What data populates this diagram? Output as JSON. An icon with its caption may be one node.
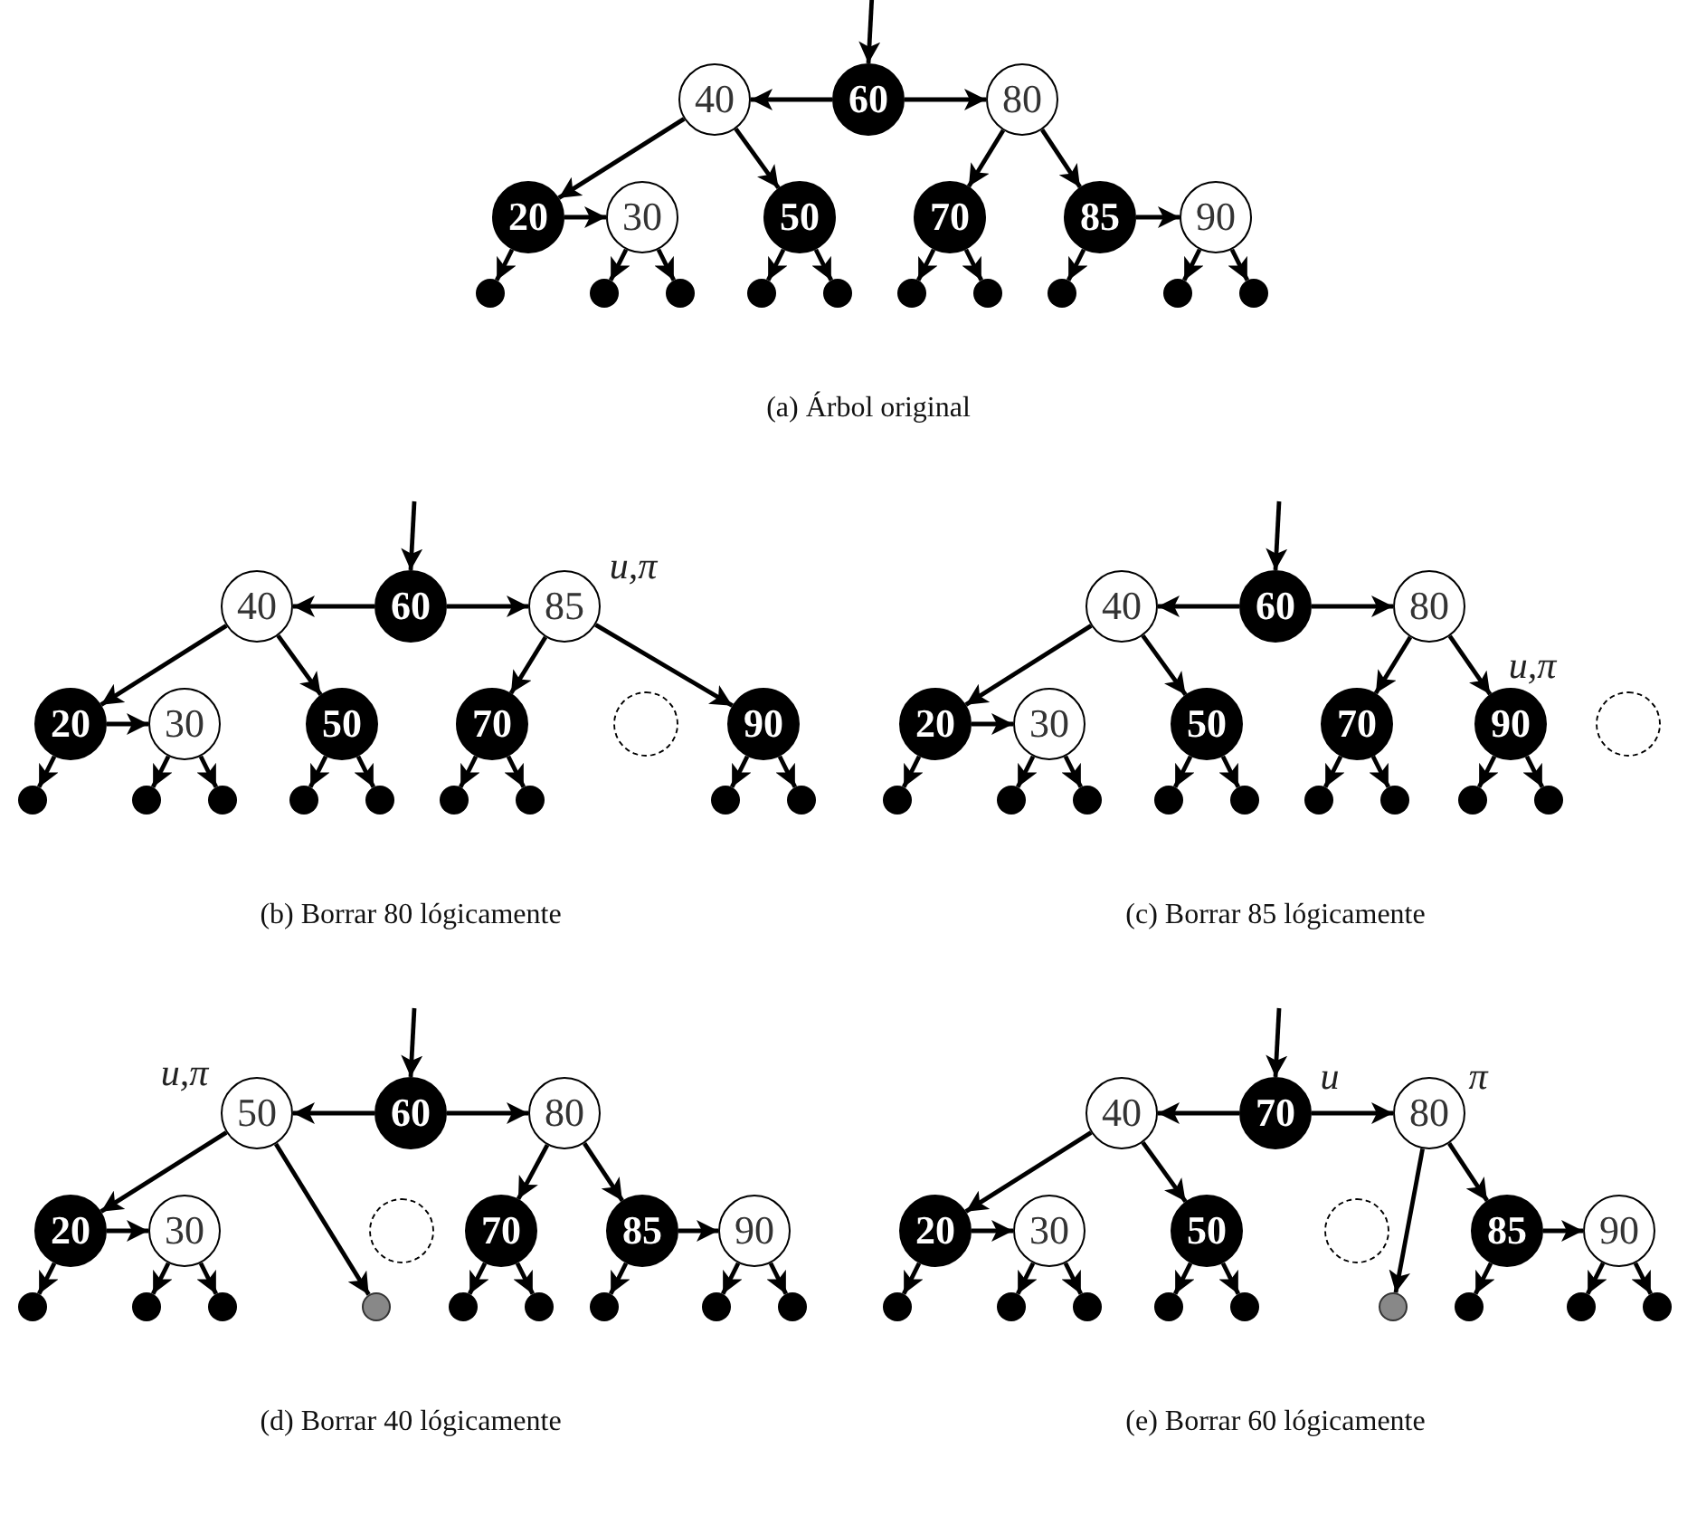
{
  "diagram": {
    "nodes": [
      {
        "text": [
          "40"
        ]
      },
      {
        "text": [
          "60"
        ]
      },
      {
        "text": [
          "80"
        ]
      },
      {
        "text": [
          "20"
        ]
      },
      {
        "text": [
          "30"
        ]
      },
      {
        "text": [
          "50"
        ]
      },
      {
        "text": [
          "70"
        ]
      },
      {
        "text": [
          "85"
        ]
      },
      {
        "text": [
          "90"
        ]
      },
      {
        "text": [],
        "shape": "circle"
      },
      {
        "text": [],
        "shape": "circle"
      },
      {
        "text": [],
        "shape": "circle"
      },
      {
        "text": [],
        "shape": "circle"
      },
      {
        "text": [],
        "shape": "circle"
      },
      {
        "text": [],
        "shape": "circle"
      },
      {
        "text": [],
        "shape": "circle"
      },
      {
        "text": [],
        "shape": "circle"
      },
      {
        "text": [],
        "shape": "circle"
      },
      {
        "text": [],
        "shape": "circle"
      },
      {
        "text": [
          "40"
        ]
      },
      {
        "text": [
          "60"
        ]
      },
      {
        "text": [
          "85"
        ],
        "beside": [
          "u,π"
        ]
      },
      {
        "text": [
          "20"
        ]
      },
      {
        "text": [
          "30"
        ]
      },
      {
        "text": [
          "50"
        ]
      },
      {
        "text": [
          "70"
        ]
      },
      {
        "text": [],
        "shape": "circle"
      },
      {
        "text": [
          "90"
        ]
      },
      {
        "text": [],
        "shape": "circle"
      },
      {
        "text": [],
        "shape": "circle"
      },
      {
        "text": [],
        "shape": "circle"
      },
      {
        "text": [],
        "shape": "circle"
      },
      {
        "text": [],
        "shape": "circle"
      },
      {
        "text": [],
        "shape": "circle"
      },
      {
        "text": [],
        "shape": "circle"
      },
      {
        "text": [],
        "shape": "circle"
      },
      {
        "text": [],
        "shape": "circle"
      },
      {
        "text": [
          "40"
        ]
      },
      {
        "text": [
          "60"
        ]
      },
      {
        "text": [
          "80"
        ]
      },
      {
        "text": [
          "20"
        ]
      },
      {
        "text": [
          "30"
        ]
      },
      {
        "text": [
          "50"
        ]
      },
      {
        "text": [
          "70"
        ]
      },
      {
        "text": [
          "90"
        ],
        "beside": [
          "u,π"
        ]
      },
      {
        "text": [],
        "shape": "circle"
      },
      {
        "text": [],
        "shape": "circle"
      },
      {
        "text": [],
        "shape": "circle"
      },
      {
        "text": [],
        "shape": "circle"
      },
      {
        "text": [],
        "shape": "circle"
      },
      {
        "text": [],
        "shape": "circle"
      },
      {
        "text": [],
        "shape": "circle"
      },
      {
        "text": [],
        "shape": "circle"
      },
      {
        "text": [],
        "shape": "circle"
      },
      {
        "text": [],
        "shape": "circle"
      },
      {
        "text": [
          "50"
        ],
        "beside": [
          "u,π"
        ]
      },
      {
        "text": [
          "60"
        ]
      },
      {
        "text": [
          "80"
        ]
      },
      {
        "text": [
          "20"
        ]
      },
      {
        "text": [
          "30"
        ]
      },
      {
        "text": [],
        "shape": "circle"
      },
      {
        "text": [
          "70"
        ]
      },
      {
        "text": [
          "85"
        ]
      },
      {
        "text": [
          "90"
        ]
      },
      {
        "text": [],
        "shape": "circle"
      },
      {
        "text": [],
        "shape": "circle"
      },
      {
        "text": [],
        "shape": "circle"
      },
      {
        "text": [],
        "shape": "circle"
      },
      {
        "text": [],
        "shape": "circle"
      },
      {
        "text": [],
        "shape": "circle"
      },
      {
        "text": [],
        "shape": "circle"
      },
      {
        "text": [],
        "shape": "circle"
      },
      {
        "text": [],
        "shape": "circle"
      },
      {
        "text": [
          "40"
        ]
      },
      {
        "text": [
          "70"
        ],
        "beside": [
          "u"
        ]
      },
      {
        "text": [
          "80"
        ],
        "beside": [
          "π"
        ]
      },
      {
        "text": [
          "20"
        ]
      },
      {
        "text": [
          "30"
        ]
      },
      {
        "text": [
          "50"
        ]
      },
      {
        "text": [],
        "shape": "circle"
      },
      {
        "text": [
          "85"
        ]
      },
      {
        "text": [
          "90"
        ]
      },
      {
        "text": [],
        "shape": "circle"
      },
      {
        "text": [],
        "shape": "circle"
      },
      {
        "text": [],
        "shape": "circle"
      },
      {
        "text": [],
        "shape": "circle"
      },
      {
        "text": [],
        "shape": "circle"
      },
      {
        "text": [],
        "shape": "circle"
      },
      {
        "text": [],
        "shape": "circle"
      },
      {
        "text": [],
        "shape": "circle"
      },
      {
        "text": [],
        "shape": "circle"
      }
    ],
    "edges": [
      {
        "from": null,
        "to": 1,
        "arrow": "to"
      },
      {
        "from": 1,
        "to": 0,
        "arrow": "to"
      },
      {
        "from": 1,
        "to": 2,
        "arrow": "to"
      },
      {
        "from": 0,
        "to": 3,
        "arrow": "to"
      },
      {
        "from": 0,
        "to": 5,
        "arrow": "to"
      },
      {
        "from": 2,
        "to": 6,
        "arrow": "to"
      },
      {
        "from": 2,
        "to": 7,
        "arrow": "to"
      },
      {
        "from": 3,
        "to": 4,
        "arrow": "to"
      },
      {
        "from": 7,
        "to": 8,
        "arrow": "to"
      },
      {
        "from": 3,
        "to": 9,
        "arrow": "to"
      },
      {
        "from": 4,
        "to": 10,
        "arrow": "to"
      },
      {
        "from": 4,
        "to": 11,
        "arrow": "to"
      },
      {
        "from": 5,
        "to": 12,
        "arrow": "to"
      },
      {
        "from": 5,
        "to": 13,
        "arrow": "to"
      },
      {
        "from": 6,
        "to": 14,
        "arrow": "to"
      },
      {
        "from": 6,
        "to": 15,
        "arrow": "to"
      },
      {
        "from": 7,
        "to": 16,
        "arrow": "to"
      },
      {
        "from": 8,
        "to": 17,
        "arrow": "to"
      },
      {
        "from": 8,
        "to": 18,
        "arrow": "to"
      },
      {
        "from": null,
        "to": 20,
        "arrow": "to"
      },
      {
        "from": 20,
        "to": 19,
        "arrow": "to"
      },
      {
        "from": 20,
        "to": 21,
        "arrow": "to"
      },
      {
        "from": 19,
        "to": 22,
        "arrow": "to"
      },
      {
        "from": 19,
        "to": 24,
        "arrow": "to"
      },
      {
        "from": 21,
        "to": 25,
        "arrow": "to"
      },
      {
        "from": 21,
        "to": 27,
        "arrow": "to"
      },
      {
        "from": 22,
        "to": 23,
        "arrow": "to"
      },
      {
        "from": 22,
        "to": 28,
        "arrow": "to"
      },
      {
        "from": 23,
        "to": 29,
        "arrow": "to"
      },
      {
        "from": 23,
        "to": 30,
        "arrow": "to"
      },
      {
        "from": 24,
        "to": 31,
        "arrow": "to"
      },
      {
        "from": 24,
        "to": 32,
        "arrow": "to"
      },
      {
        "from": 25,
        "to": 33,
        "arrow": "to"
      },
      {
        "from": 25,
        "to": 34,
        "arrow": "to"
      },
      {
        "from": 27,
        "to": 35,
        "arrow": "to"
      },
      {
        "from": 27,
        "to": 36,
        "arrow": "to"
      },
      {
        "from": null,
        "to": 38,
        "arrow": "to"
      },
      {
        "from": 38,
        "to": 37,
        "arrow": "to"
      },
      {
        "from": 38,
        "to": 39,
        "arrow": "to"
      },
      {
        "from": 37,
        "to": 40,
        "arrow": "to"
      },
      {
        "from": 37,
        "to": 42,
        "arrow": "to"
      },
      {
        "from": 39,
        "to": 43,
        "arrow": "to"
      },
      {
        "from": 39,
        "to": 44,
        "arrow": "to"
      },
      {
        "from": 40,
        "to": 41,
        "arrow": "to"
      },
      {
        "from": 40,
        "to": 46,
        "arrow": "to"
      },
      {
        "from": 41,
        "to": 47,
        "arrow": "to"
      },
      {
        "from": 41,
        "to": 48,
        "arrow": "to"
      },
      {
        "from": 42,
        "to": 49,
        "arrow": "to"
      },
      {
        "from": 42,
        "to": 50,
        "arrow": "to"
      },
      {
        "from": 43,
        "to": 51,
        "arrow": "to"
      },
      {
        "from": 43,
        "to": 52,
        "arrow": "to"
      },
      {
        "from": 44,
        "to": 53,
        "arrow": "to"
      },
      {
        "from": 44,
        "to": 54,
        "arrow": "to"
      },
      {
        "from": null,
        "to": 56,
        "arrow": "to"
      },
      {
        "from": 56,
        "to": 55,
        "arrow": "to"
      },
      {
        "from": 56,
        "to": 57,
        "arrow": "to"
      },
      {
        "from": 55,
        "to": 58,
        "arrow": "to"
      },
      {
        "from": 55,
        "to": 67,
        "arrow": "to"
      },
      {
        "from": 57,
        "to": 61,
        "arrow": "to"
      },
      {
        "from": 57,
        "to": 62,
        "arrow": "to"
      },
      {
        "from": 58,
        "to": 59,
        "arrow": "to"
      },
      {
        "from": 62,
        "to": 63,
        "arrow": "to"
      },
      {
        "from": 58,
        "to": 64,
        "arrow": "to"
      },
      {
        "from": 59,
        "to": 65,
        "arrow": "to"
      },
      {
        "from": 59,
        "to": 66,
        "arrow": "to"
      },
      {
        "from": 61,
        "to": 68,
        "arrow": "to"
      },
      {
        "from": 61,
        "to": 69,
        "arrow": "to"
      },
      {
        "from": 62,
        "to": 70,
        "arrow": "to"
      },
      {
        "from": 63,
        "to": 71,
        "arrow": "to"
      },
      {
        "from": 63,
        "to": 72,
        "arrow": "to"
      },
      {
        "from": null,
        "to": 74,
        "arrow": "to"
      },
      {
        "from": 74,
        "to": 73,
        "arrow": "to"
      },
      {
        "from": 74,
        "to": 75,
        "arrow": "to"
      },
      {
        "from": 73,
        "to": 76,
        "arrow": "to"
      },
      {
        "from": 73,
        "to": 78,
        "arrow": "to"
      },
      {
        "from": 75,
        "to": 87,
        "arrow": "to"
      },
      {
        "from": 75,
        "to": 80,
        "arrow": "to"
      },
      {
        "from": 76,
        "to": 77,
        "arrow": "to"
      },
      {
        "from": 80,
        "to": 81,
        "arrow": "to"
      },
      {
        "from": 76,
        "to": 82,
        "arrow": "to"
      },
      {
        "from": 77,
        "to": 83,
        "arrow": "to"
      },
      {
        "from": 77,
        "to": 84,
        "arrow": "to"
      },
      {
        "from": 78,
        "to": 85,
        "arrow": "to"
      },
      {
        "from": 78,
        "to": 86,
        "arrow": "to"
      },
      {
        "from": 80,
        "to": 88,
        "arrow": "to"
      },
      {
        "from": 81,
        "to": 89,
        "arrow": "to"
      },
      {
        "from": 81,
        "to": 90,
        "arrow": "to"
      }
    ],
    "labels": [
      "(a) Árbol original",
      "(b) Borrar 80 lógicamente",
      "(c) Borrar 85 lógicamente",
      "(d) Borrar 40 lógicamente",
      "(e) Borrar 60 lógicamente"
    ]
  }
}
